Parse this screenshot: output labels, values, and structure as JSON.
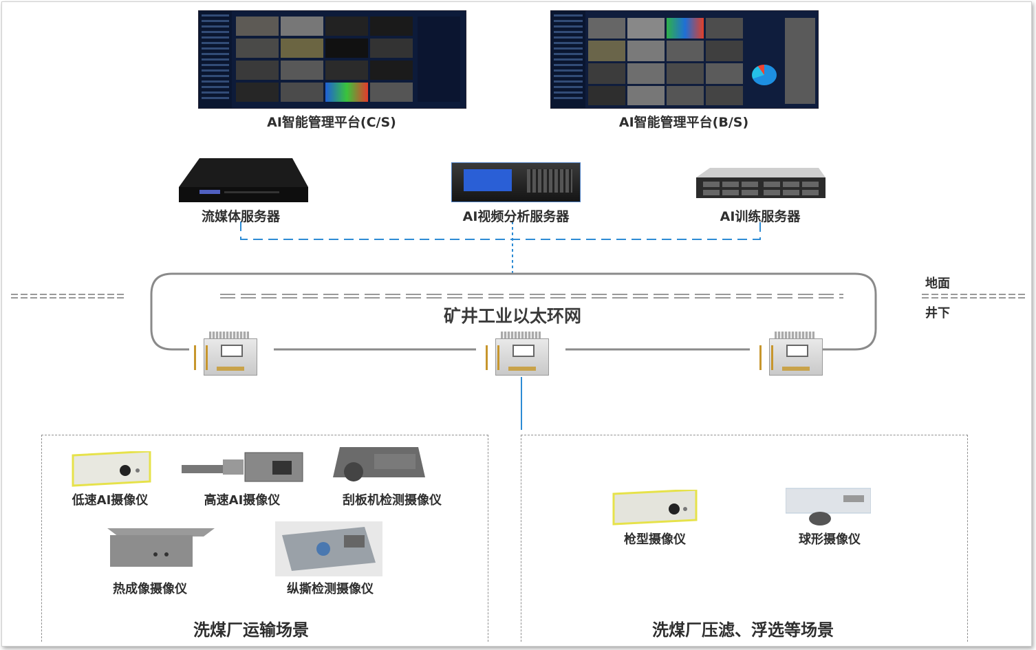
{
  "platforms": {
    "cs_label": "AI智能管理平台(C/S)",
    "bs_label": "AI智能管理平台(B/S)"
  },
  "servers": {
    "streaming": "流媒体服务器",
    "analysis": "AI视频分析服务器",
    "training": "AI训练服务器"
  },
  "network": {
    "ring_label": "矿井工业以太环网",
    "above_label": "地面",
    "below_label": "井下"
  },
  "transport_scene": {
    "title": "洗煤厂运输场景",
    "devices": [
      "低速AI摄像仪",
      "高速AI摄像仪",
      "刮板机检测摄像仪",
      "热成像摄像仪",
      "纵撕检测摄像仪"
    ]
  },
  "filter_scene": {
    "title": "洗煤厂压滤、浮选等场景",
    "devices": [
      "枪型摄像仪",
      "球形摄像仪"
    ]
  },
  "colors": {
    "dash_blue": "#2d8bd4",
    "ring_gray": "#8a8a8a",
    "screen_bg": "#0d1b3a"
  }
}
